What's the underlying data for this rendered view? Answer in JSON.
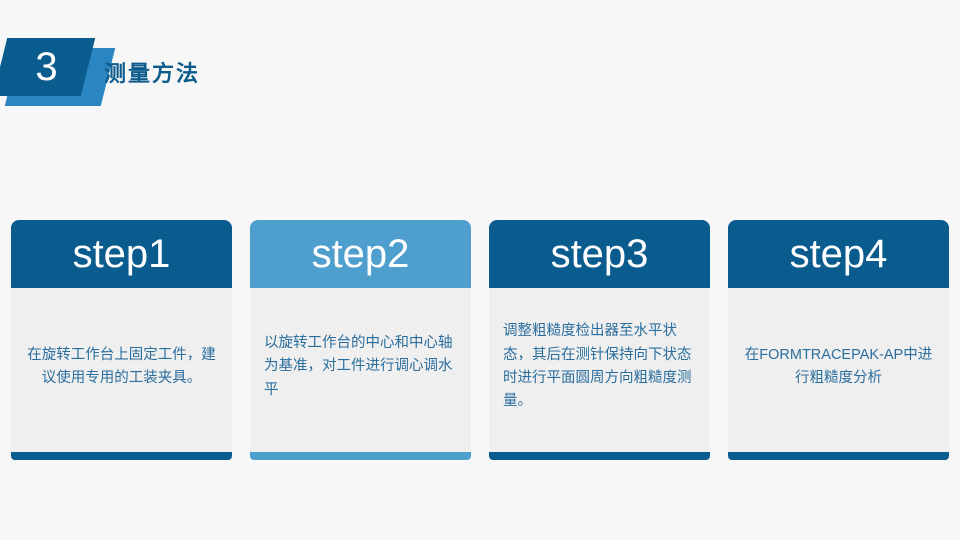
{
  "page": {
    "background": "#f7f7f7",
    "card_body_bg": "#efefef"
  },
  "header": {
    "badge_number": "3",
    "badge_color_front": "#0a5c8f",
    "badge_color_back": "#2a86c0",
    "title": "测量方法",
    "title_color": "#0d5c8c"
  },
  "cards": [
    {
      "label": "step1",
      "text": "在旋转工作台上固定工件，建议使用专用的工装夹具。",
      "align": "center",
      "accent": "#0a5c8f",
      "foot": "#0a5c8f"
    },
    {
      "label": "step2",
      "text": "以旋转工作台的中心和中心轴为基准，对工件进行调心调水平",
      "align": "left",
      "accent": "#4f9fce",
      "foot": "#4f9fce"
    },
    {
      "label": "step3",
      "text": "调整粗糙度检出器至水平状态，其后在测针保持向下状态时进行平面圆周方向粗糙度测量。",
      "align": "left",
      "accent": "#0a5c8f",
      "foot": "#0a5c8f"
    },
    {
      "label": "step4",
      "text": "在FORMTRACEPAK-AP中进行粗糙度分析",
      "align": "center",
      "accent": "#0a5c8f",
      "foot": "#0a5c8f"
    }
  ]
}
